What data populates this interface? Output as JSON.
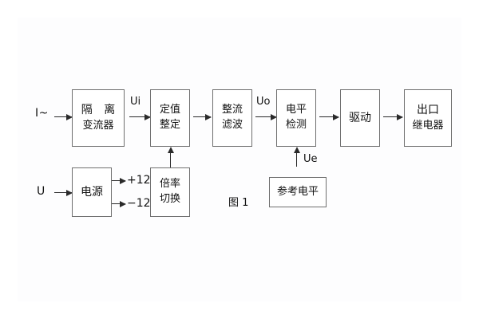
{
  "figure": {
    "caption": "图 1",
    "inputs": {
      "current": "I~",
      "voltage": "U"
    },
    "rails": {
      "positive": "+12V",
      "negative": "−12V"
    },
    "signals": {
      "ui": "Ui",
      "uo": "Uo",
      "ue": "Ue"
    },
    "blocks": [
      {
        "id": "isolation-transformer",
        "line1": "隔 离",
        "line2": "变流器"
      },
      {
        "id": "setting-value",
        "line1": "定值",
        "line2": "整定"
      },
      {
        "id": "rectify-filter",
        "line1": "整流",
        "line2": "滤波"
      },
      {
        "id": "level-detection",
        "line1": "电平",
        "line2": "检测"
      },
      {
        "id": "drive",
        "line1": "驱动",
        "line2": ""
      },
      {
        "id": "output-relay",
        "line1": "出口",
        "line2": "继电器"
      },
      {
        "id": "power-supply",
        "line1": "电源",
        "line2": ""
      },
      {
        "id": "multiplier-switch",
        "line1": "倍率",
        "line2": "切换"
      },
      {
        "id": "reference-level",
        "line1": "参考电平",
        "line2": ""
      }
    ],
    "colors": {
      "background": "#ffffff",
      "panel": "#fdfdfe",
      "stroke": "#6f6f6f",
      "arrow": "#2a2a2a",
      "text": "#111111"
    }
  }
}
